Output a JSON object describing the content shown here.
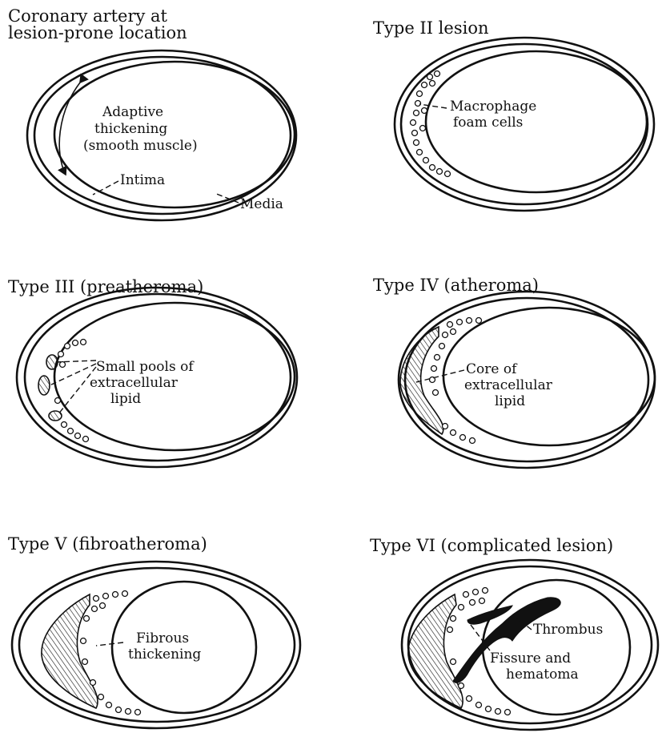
{
  "panels": [
    {
      "title_lines": [
        "Coronary artery at",
        "lesion-prone location"
      ],
      "labels": {
        "thickening": [
          "Adaptive",
          "thickening",
          "(smooth muscle)"
        ],
        "intima": "Intima",
        "media": "Media"
      }
    },
    {
      "title_lines": [
        "Type II  lesion"
      ],
      "labels": {
        "foam": [
          "Macrophage",
          "foam cells"
        ]
      }
    },
    {
      "title_lines": [
        "Type III (preatheroma)"
      ],
      "labels": {
        "pools": [
          "Small pools of",
          "extracellular",
          "lipid"
        ]
      }
    },
    {
      "title_lines": [
        "Type IV (atheroma)"
      ],
      "labels": {
        "core": [
          "Core of",
          "extracellular",
          "lipid"
        ]
      }
    },
    {
      "title_lines": [
        "Type V (fibroatheroma)"
      ],
      "labels": {
        "fibrous": [
          "Fibrous",
          "thickening"
        ]
      }
    },
    {
      "title_lines": [
        "Type VI (complicated lesion)"
      ],
      "labels": {
        "thrombus": "Thrombus",
        "fissure": [
          "Fissure and",
          "hematoma"
        ]
      }
    }
  ]
}
